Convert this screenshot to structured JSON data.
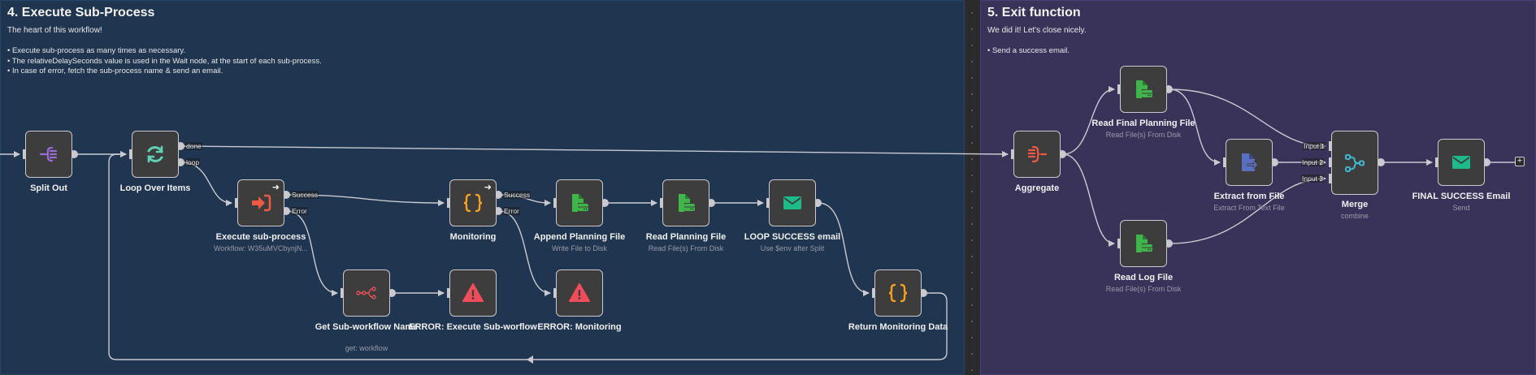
{
  "sticky_notes": [
    {
      "title": "4. Execute Sub-Process",
      "intro": "The heart of this workflow!",
      "bullets": [
        "Execute sub-process as many times as necessary.",
        "The relativeDelaySeconds value is used in the Wait node, at the start of each sub-process.",
        "In case of error, fetch the sub-process name & send an email."
      ],
      "color": "#1f3550"
    },
    {
      "title": "5. Exit function",
      "intro": "We did it! Let's close nicely.",
      "bullets": [
        "Send a success email."
      ],
      "color": "#39335a"
    }
  ],
  "nodes": {
    "split_out": {
      "name": "Split Out",
      "subtitle": "",
      "icon": "split-out-icon",
      "icon_color": "#9b6bd6"
    },
    "loop_over_items": {
      "name": "Loop Over Items",
      "subtitle": "",
      "icon": "loop-icon",
      "icon_color": "#5fd3b4",
      "outputs": [
        "done",
        "loop"
      ]
    },
    "execute_sub_process": {
      "name": "Execute sub-process",
      "subtitle": "Workflow: W35uMVCbynjN...",
      "icon": "execute-workflow-icon",
      "icon_color": "#f05a45",
      "outputs": [
        "Success",
        "Error"
      ]
    },
    "monitoring": {
      "name": "Monitoring",
      "subtitle": "",
      "icon": "code-braces-icon",
      "icon_color": "#f5a020",
      "outputs": [
        "Success",
        "Error"
      ]
    },
    "append_planning_file": {
      "name": "Append Planning File",
      "subtitle": "Write File to Disk",
      "icon": "file-disk-icon",
      "icon_color": "#3fb54a"
    },
    "read_planning_file": {
      "name": "Read Planning File",
      "subtitle": "Read File(s) From Disk",
      "icon": "file-disk-icon",
      "icon_color": "#3fb54a"
    },
    "loop_success_email": {
      "name": "LOOP SUCCESS email",
      "subtitle": "Use $env after Split",
      "icon": "email-icon",
      "icon_color": "#1dbb8a"
    },
    "get_sub_workflow_name": {
      "name": "Get Sub-workflow Name",
      "subtitle": "get: workflow",
      "icon": "n8n-icon",
      "icon_color": "#e8505b"
    },
    "error_execute_sub_workflow": {
      "name": "ERROR: Execute Sub-worflow",
      "subtitle": "",
      "icon": "warning-icon",
      "icon_color": "#ef4d5a"
    },
    "error_monitoring": {
      "name": "ERROR: Monitoring",
      "subtitle": "",
      "icon": "warning-icon",
      "icon_color": "#ef4d5a"
    },
    "return_monitoring_data": {
      "name": "Return Monitoring Data",
      "subtitle": "",
      "icon": "code-braces-icon",
      "icon_color": "#f5a020"
    },
    "aggregate": {
      "name": "Aggregate",
      "subtitle": "",
      "icon": "aggregate-icon",
      "icon_color": "#f05a45"
    },
    "read_final_planning_file": {
      "name": "Read Final Planning File",
      "subtitle": "Read File(s) From Disk",
      "icon": "file-disk-icon",
      "icon_color": "#3fb54a"
    },
    "extract_from_file": {
      "name": "Extract from File",
      "subtitle": "Extract From Text File",
      "icon": "file-extract-icon",
      "icon_color": "#5a6fc0"
    },
    "read_log_file": {
      "name": "Read Log File",
      "subtitle": "Read File(s) From Disk",
      "icon": "file-disk-icon",
      "icon_color": "#3fb54a"
    },
    "merge": {
      "name": "Merge",
      "subtitle": "combine",
      "icon": "merge-icon",
      "icon_color": "#3fb8cf",
      "inputs": [
        "Input 1",
        "Input 2",
        "Input 3"
      ]
    },
    "final_success_email": {
      "name": "FINAL SUCCESS Email",
      "subtitle": "Send",
      "icon": "email-icon",
      "icon_color": "#1dbb8a"
    }
  },
  "add_node_button": {
    "icon": "plus-icon",
    "label": "+"
  }
}
